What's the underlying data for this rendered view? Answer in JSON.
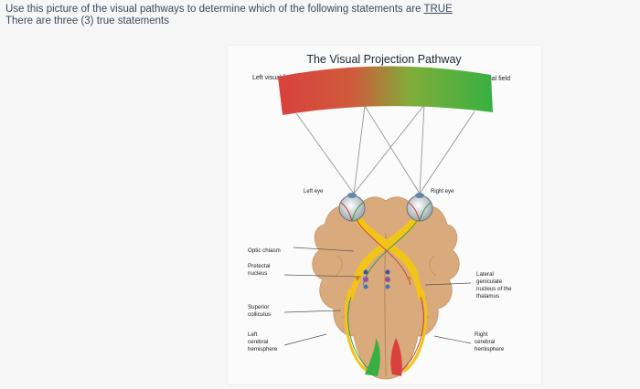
{
  "question": {
    "line1_prefix": "Use this picture of the visual pathways to determine which of the following statements are ",
    "line1_emphasis": "TRUE",
    "line2": "There are three (3) true statements"
  },
  "figure": {
    "title": "The Visual Projection Pathway",
    "labels": {
      "left_visual_field": "Left visual field",
      "right_visual_field": "Right visual field",
      "left_eye": "Left eye",
      "right_eye": "Right eye",
      "optic_chiasm": "Optic chiasm",
      "pretectal_nucleus": [
        "Pretectal",
        "nucleus"
      ],
      "superior_colliculus": [
        "Superior",
        "colliculus"
      ],
      "left_cerebral_hemisphere": [
        "Left",
        "cerebral",
        "hemisphere"
      ],
      "lateral_geniculate": [
        "Lateral",
        "geniculate",
        "nucleus of the",
        "thalamus"
      ],
      "right_cerebral_hemisphere": [
        "Right",
        "cerebral",
        "hemisphere"
      ]
    },
    "colors": {
      "left_field": "#d9413d",
      "right_field": "#37b041",
      "brain": "#d9aa7c",
      "pathway": "#f2c418"
    }
  }
}
